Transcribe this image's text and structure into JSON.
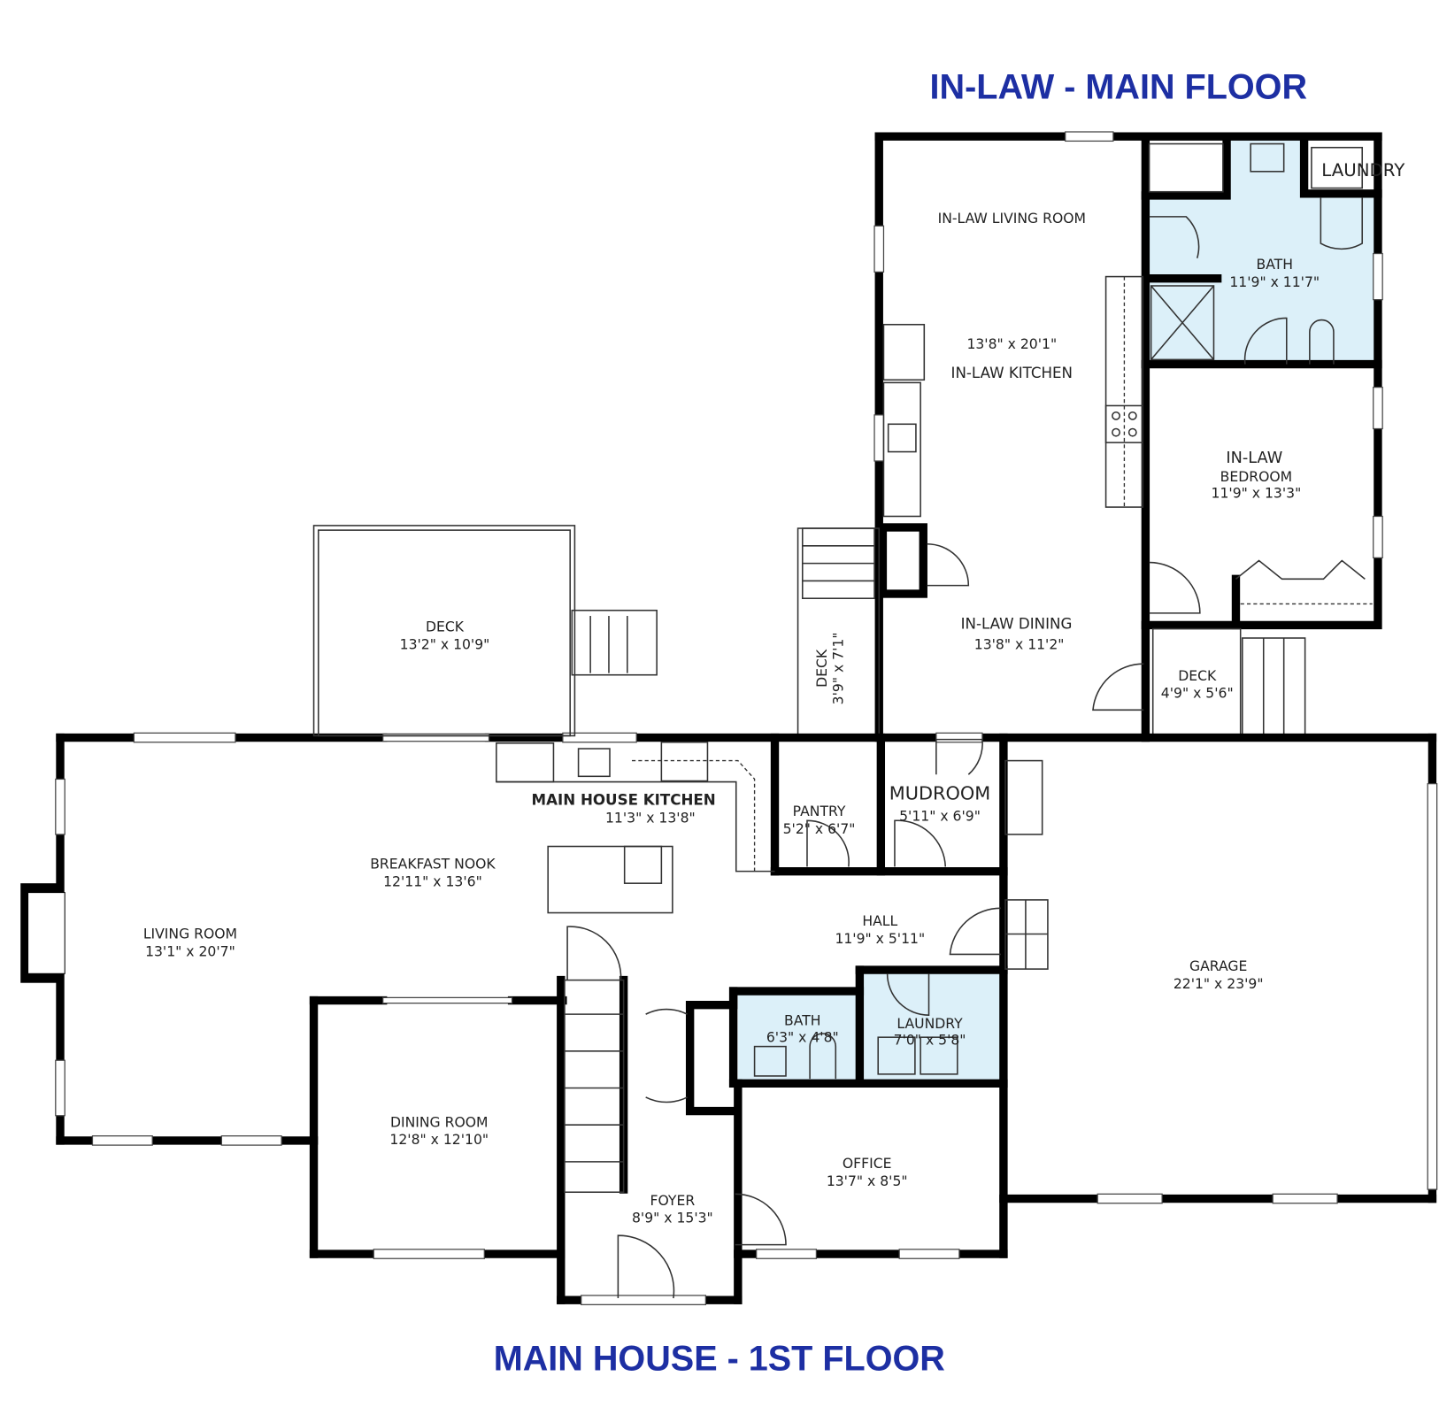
{
  "titles": {
    "inlaw": "IN-LAW - MAIN FLOOR",
    "main": "MAIN HOUSE - 1ST  FLOOR"
  },
  "colors": {
    "title": "#1d2fa3",
    "wet_room_fill": "#dcf0f9",
    "wall": "#000000"
  },
  "inlaw_rooms": {
    "living": {
      "name": "IN-LAW LIVING ROOM"
    },
    "kitchen": {
      "dims": "13'8\" x 20'1\"",
      "name": "IN-LAW KITCHEN"
    },
    "dining": {
      "name": "IN-LAW DINING",
      "dims": "13'8\" x 11'2\""
    },
    "bath": {
      "name": "BATH",
      "dims": "11'9\" x 11'7\""
    },
    "laundry": {
      "name": "LAUNDRY"
    },
    "bedroom": {
      "name1": "IN-LAW",
      "name2": "BEDROOM",
      "dims": "11'9\" x 13'3\""
    },
    "deck_small": {
      "name": "DECK",
      "dims": "4'9\" x 5'6\""
    },
    "deck_side": {
      "name": "DECK",
      "dims": "3'9\" x 7'1\""
    }
  },
  "main_rooms": {
    "deck": {
      "name": "DECK",
      "dims": "13'2\" x 10'9\""
    },
    "kitchen": {
      "name": "MAIN HOUSE KITCHEN",
      "dims": "11'3\" x 13'8\""
    },
    "pantry": {
      "name": "PANTRY",
      "dims": "5'2\" x 6'7\""
    },
    "mudroom": {
      "name": "MUDROOM",
      "dims": "5'11\" x 6'9\""
    },
    "breakfast": {
      "name": "BREAKFAST NOOK",
      "dims": "12'11\" x 13'6\""
    },
    "living": {
      "name": "LIVING ROOM",
      "dims": "13'1\" x 20'7\""
    },
    "hall": {
      "name": "HALL",
      "dims": "11'9\" x 5'11\""
    },
    "garage": {
      "name": "GARAGE",
      "dims": "22'1\" x 23'9\""
    },
    "bath": {
      "name": "BATH",
      "dims": "6'3\" x 4'8\""
    },
    "laundry": {
      "name": "LAUNDRY",
      "dims": "7'0\" x 5'8\""
    },
    "dining": {
      "name": "DINING ROOM",
      "dims": "12'8\" x 12'10\""
    },
    "office": {
      "name": "OFFICE",
      "dims": "13'7\" x 8'5\""
    },
    "foyer": {
      "name": "FOYER",
      "dims": "8'9\" x 15'3\""
    }
  }
}
